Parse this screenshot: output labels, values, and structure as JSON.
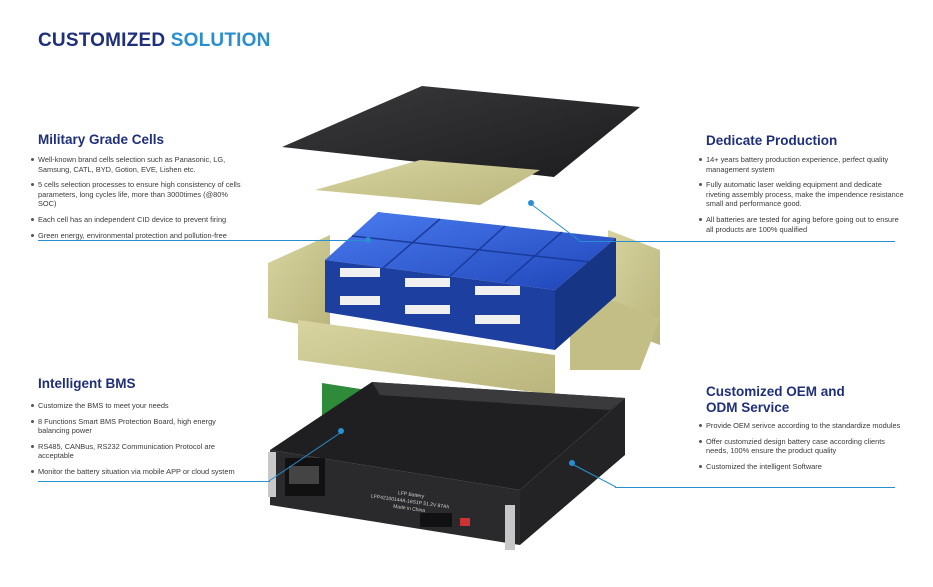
{
  "header": {
    "title_part1": "CUSTOMIZED",
    "title_part2": "SOLUTION"
  },
  "sections": {
    "military": {
      "heading": "Military Grade Cells",
      "bullets": [
        "Well-known brand cells selection such as Panasonic, LG, Samsung, CATL, BYD, Gotion, EVE, Lishen etc.",
        "5 cells selection processes to ensure high consistency of cells parameters, long cycles life, more than 3000times (@80% SOC)",
        "Each cell has an independent CID device to prevent firing",
        "Green energy, environmental protection and pollution-free"
      ]
    },
    "dedicate": {
      "heading": "Dedicate Production",
      "bullets": [
        "14+ years battery production experience, perfect quality management system",
        "Fully automatic laser welding equipment and dedicate riveting assembly process, make the impendence resistance small and performance good.",
        "All batteries are tested for aging before going out to ensure all products are 100% qualified"
      ]
    },
    "bms": {
      "heading": "Intelligent BMS",
      "bullets": [
        "Customize the BMS to meet your needs",
        "8 Functions Smart BMS Protection Board, high energy balancing power",
        "RS485, CANBus, RS232 Communication Protocol are acceptable",
        "Monitor the battery situation via mobile APP or cloud system"
      ]
    },
    "oem": {
      "heading_line1": "Customized OEM and",
      "heading_line2": "ODM Service",
      "bullets": [
        "Provide OEM serivce according to the standardize modules",
        "Offer customzied design battery case according clients needs, 100% ensure the product quality",
        "Customized the intelligent Software"
      ]
    }
  },
  "product_label": {
    "line1": "LFP Battery",
    "line2": "LFP42100144A-16S1P 51.2V 87Ah",
    "line3": "Made in China"
  },
  "colors": {
    "navy": "#1f2f7a",
    "accent_blue": "#2a8fd0",
    "cell_blue": "#2f5fd6",
    "insulation": "#c9c58e",
    "pcb": "#2e8b3a"
  }
}
